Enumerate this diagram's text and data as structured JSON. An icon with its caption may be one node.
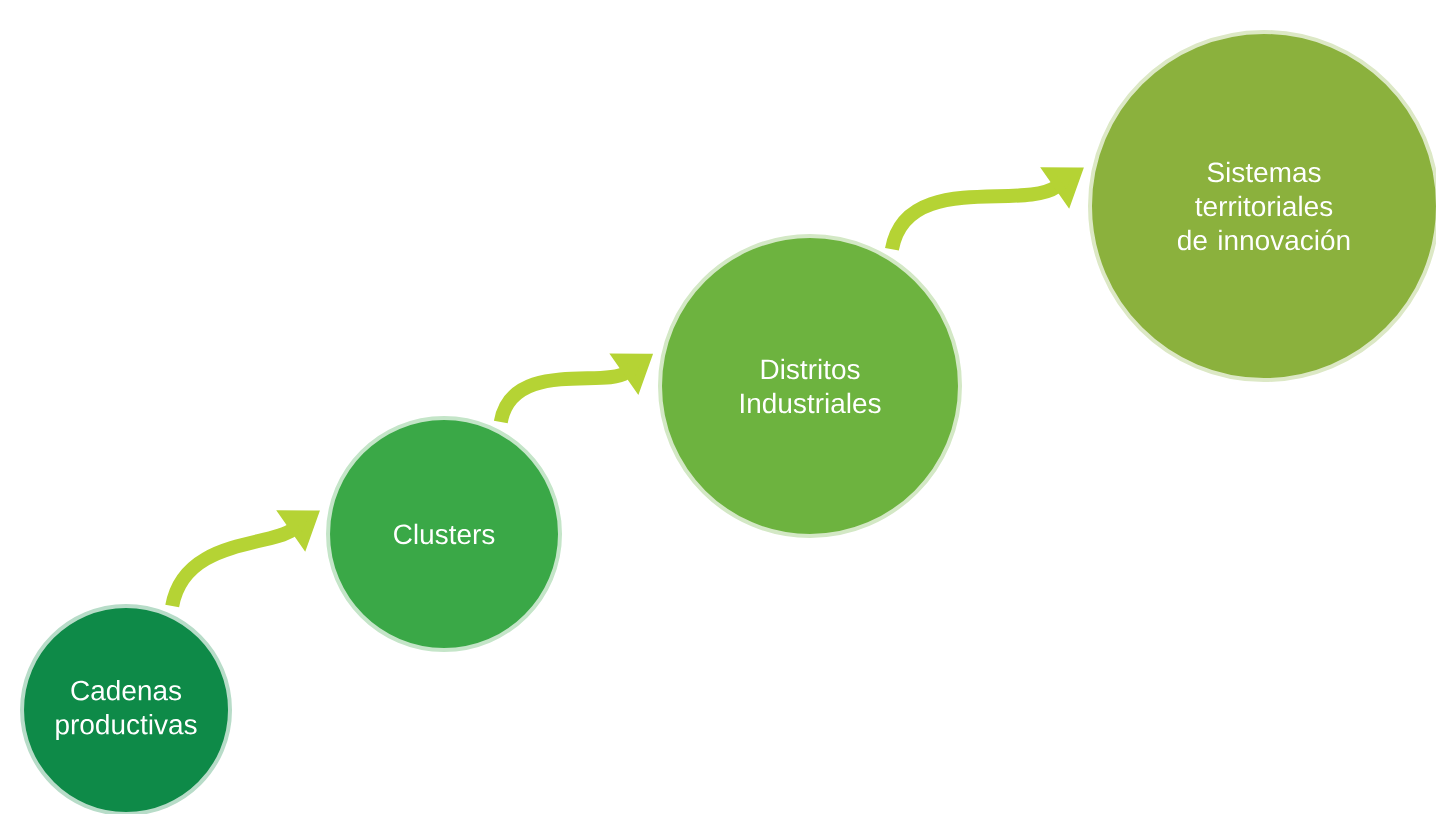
{
  "diagram": {
    "nodes": [
      {
        "text": [
          "Cadenas productivas"
        ]
      },
      {
        "text": [
          "Clusters"
        ]
      },
      {
        "text": [
          "Distritos Industriales"
        ]
      },
      {
        "text": [
          "Sistemas territoriales de innovación"
        ]
      }
    ],
    "edges": [
      {
        "from": 0,
        "to": 1,
        "arrow": "to"
      },
      {
        "from": 1,
        "to": 2,
        "arrow": "to"
      },
      {
        "from": 2,
        "to": 3,
        "arrow": "to"
      }
    ]
  }
}
